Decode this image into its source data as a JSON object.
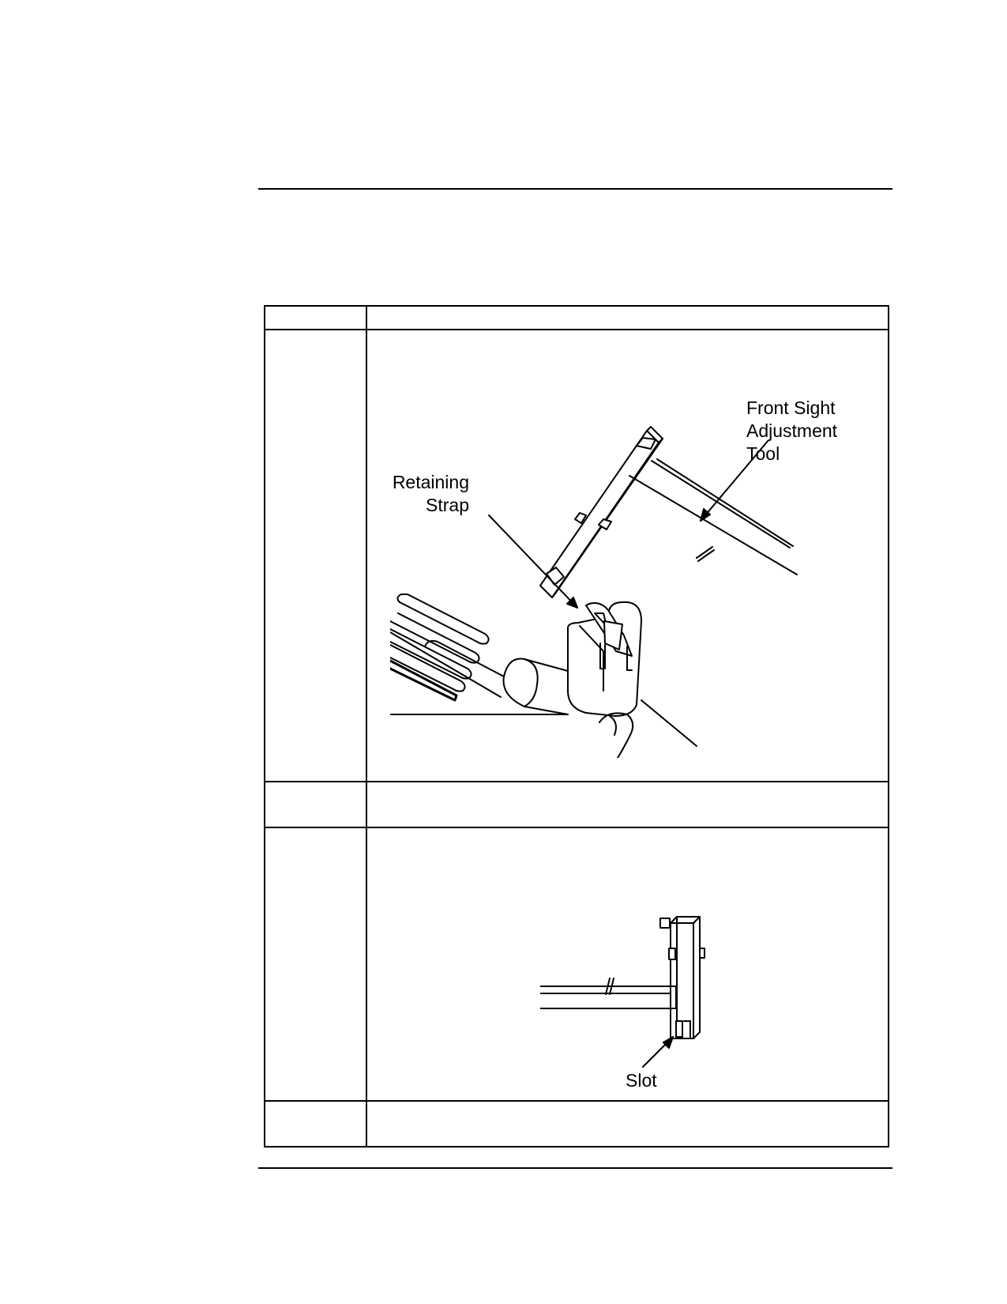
{
  "figure1": {
    "label_tool": [
      "Front Sight",
      "Adjustment",
      "Tool"
    ],
    "label_strap": [
      "Retaining",
      "Strap"
    ]
  },
  "figure2": {
    "label_slot": "Slot"
  }
}
